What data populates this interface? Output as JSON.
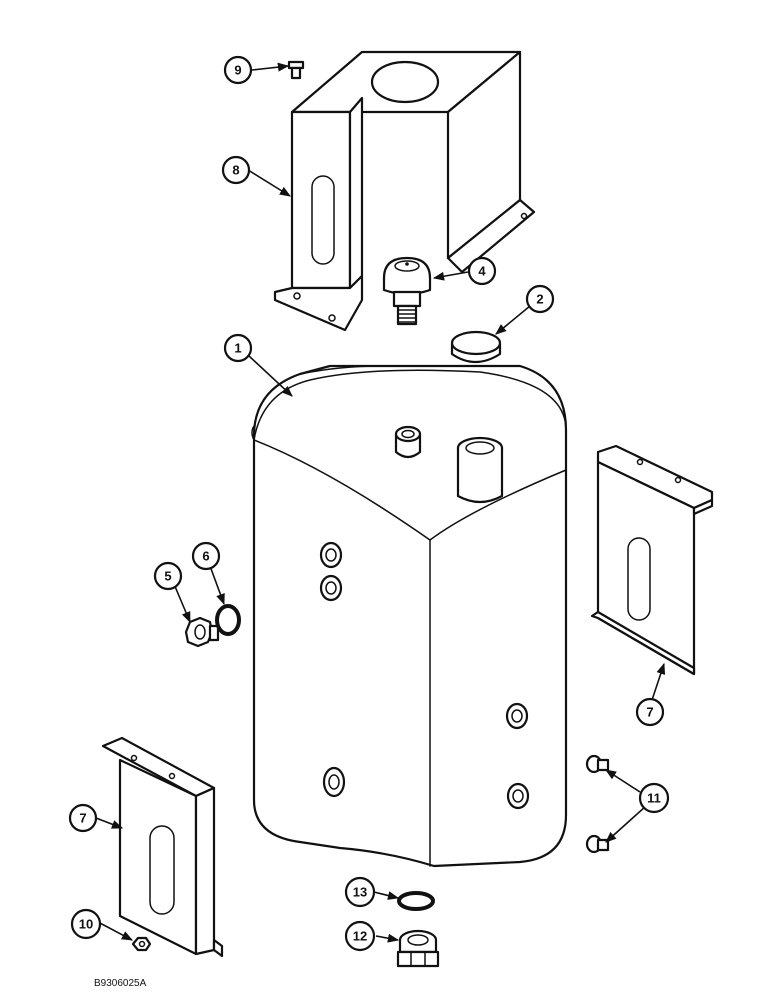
{
  "callouts": {
    "c1": "1",
    "c2": "2",
    "c4": "4",
    "c5": "5",
    "c6": "6",
    "c7_right": "7",
    "c7_left": "7",
    "c8": "8",
    "c9": "9",
    "c10": "10",
    "c11": "11",
    "c12": "12",
    "c13": "13"
  },
  "drawing_code": "B9306025A"
}
